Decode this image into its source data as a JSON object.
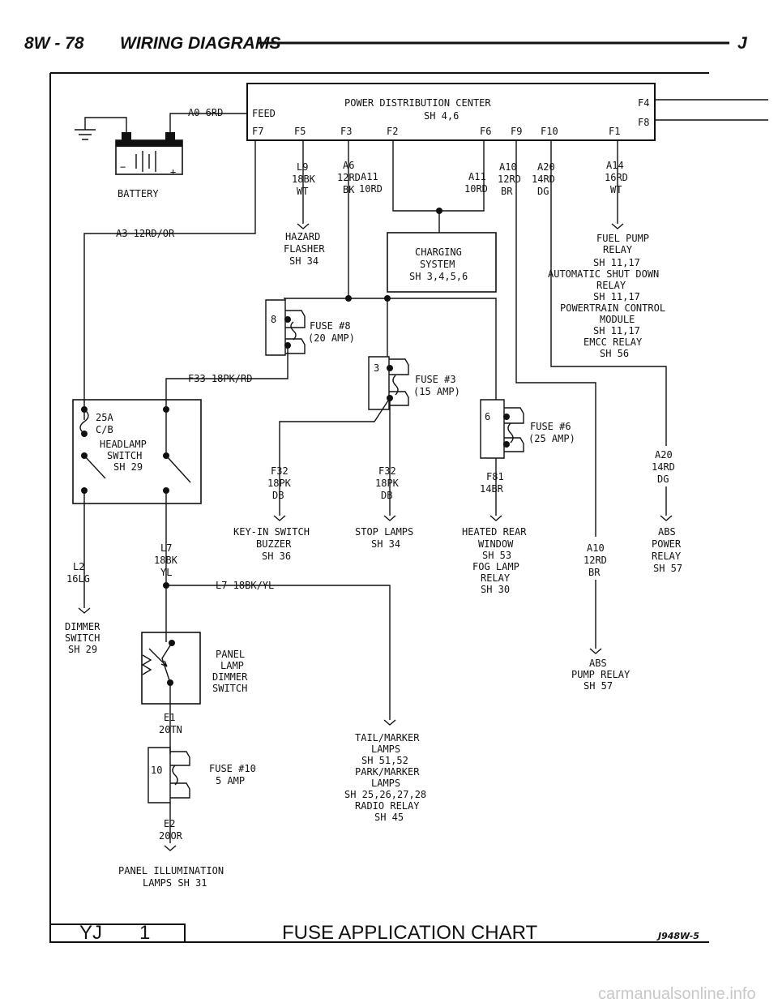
{
  "header": {
    "page_ref": "8W - 78",
    "title": "WIRING DIAGRAMS",
    "letter": "J"
  },
  "pdc": {
    "title": "POWER DISTRIBUTION CENTER",
    "sheet": "SH 4,6",
    "feed": "FEED",
    "terminals": [
      "F7",
      "F5",
      "F3",
      "F2",
      "F6",
      "F9",
      "F10",
      "F1",
      "F4",
      "F8"
    ]
  },
  "battery": {
    "label": "BATTERY",
    "wire": "A0 6RD",
    "minus": "−",
    "plus": "+"
  },
  "wires": {
    "a3": "A3 12RD/OR",
    "l9": [
      "L9",
      "18BK",
      "WT"
    ],
    "a6": [
      "A6",
      "12RD",
      "BK"
    ],
    "a11a": [
      "A11",
      "10RD"
    ],
    "a11b": [
      "A11",
      "10RD"
    ],
    "a10": [
      "A10",
      "12RD",
      "BR"
    ],
    "a20": [
      "A20",
      "14RD",
      "DG"
    ],
    "a14": [
      "A14",
      "16RD",
      "WT"
    ],
    "f33": "F33 18PK/RD",
    "f32a": [
      "F32",
      "18PK",
      "DB"
    ],
    "f32b": [
      "F32",
      "18PK",
      "DB"
    ],
    "f81": [
      "F81",
      "14BR"
    ],
    "a20b": [
      "A20",
      "14RD",
      "DG"
    ],
    "a10b": [
      "A10",
      "12RD",
      "BR"
    ],
    "l7": [
      "L7",
      "18BK",
      "YL"
    ],
    "l7h": "L7 18BK/YL",
    "l2": [
      "L2",
      "16LG"
    ],
    "e1": [
      "E1",
      "20TN"
    ],
    "e2": [
      "E2",
      "20OR"
    ]
  },
  "components": {
    "hazard": [
      "HAZARD",
      "FLASHER",
      "SH 34"
    ],
    "charging": [
      "CHARGING",
      "SYSTEM",
      "SH 3,4,5,6"
    ],
    "fuel": [
      "FUEL PUMP",
      "RELAY",
      "SH 11,17",
      "AUTOMATIC SHUT DOWN",
      "RELAY",
      "SH 11,17",
      "POWERTRAIN CONTROL",
      "MODULE",
      "SH 11,17",
      "EMCC RELAY",
      "SH 56"
    ],
    "fuse8": {
      "num": "8",
      "name": "FUSE #8",
      "rating": "(20 AMP)"
    },
    "fuse3": {
      "num": "3",
      "name": "FUSE #3",
      "rating": "(15 AMP)"
    },
    "fuse6": {
      "num": "6",
      "name": "FUSE #6",
      "rating": "(25 AMP)"
    },
    "fuse10": {
      "num": "10",
      "name": "FUSE #10",
      "rating": "5 AMP"
    },
    "headlamp": [
      "25A",
      "C/B",
      "HEADLAMP",
      "SWITCH",
      "SH 29"
    ],
    "keyin": [
      "KEY-IN SWITCH",
      "BUZZER",
      "SH 36"
    ],
    "stop": [
      "STOP LAMPS",
      "SH 34"
    ],
    "heated": [
      "HEATED REAR",
      "WINDOW",
      "SH 53",
      "FOG LAMP",
      "RELAY",
      "SH 30"
    ],
    "absrelay": [
      "ABS",
      "POWER",
      "RELAY",
      "SH 57"
    ],
    "dimmer": [
      "DIMMER",
      "SWITCH",
      "SH 29"
    ],
    "panel": [
      "PANEL",
      "LAMP",
      "DIMMER",
      "SWITCH"
    ],
    "abspump": [
      "ABS",
      "PUMP RELAY",
      "SH 57"
    ],
    "tail": [
      "TAIL/MARKER",
      "LAMPS",
      "SH 51,52",
      "PARK/MARKER",
      "LAMPS",
      "SH 25,26,27,28",
      "RADIO RELAY",
      "SH 45"
    ],
    "illum": [
      "PANEL ILLUMINATION",
      "LAMPS SH 31"
    ]
  },
  "footer": {
    "model": "YJ",
    "num": "1",
    "title": "FUSE APPLICATION CHART",
    "code": "J948W-5"
  },
  "watermark": "carmanualsonline.info"
}
